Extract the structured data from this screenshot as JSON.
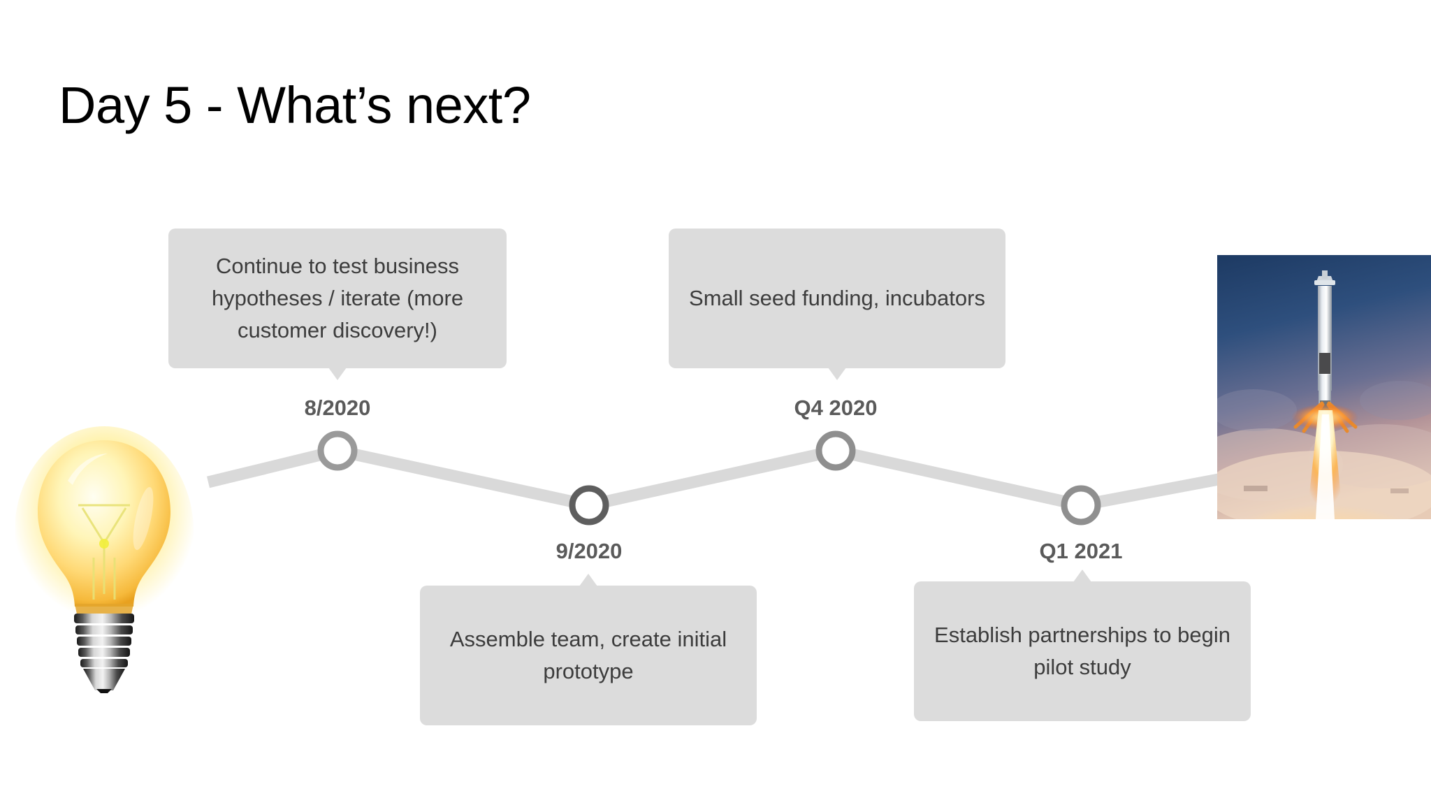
{
  "slide": {
    "title": "Day 5 - What’s next?",
    "background_color": "#ffffff"
  },
  "theme": {
    "callout_fill": "#dcdcdc",
    "callout_text_color": "#3c3c3c",
    "timeline_line_color": "#d9d9d9",
    "node_ring_color": "#8c8c8c",
    "node_ring_color_active": "#5a5a5a",
    "date_text_color": "#5a5a5a",
    "title_color": "#000000"
  },
  "timeline": {
    "milestones": [
      {
        "date": "8/2020",
        "description": "Continue to test business hypotheses / iterate (more customer discovery!)",
        "callout_position": "above",
        "node_style": "light"
      },
      {
        "date": "9/2020",
        "description": "Assemble team, create initial prototype",
        "callout_position": "below",
        "node_style": "dark"
      },
      {
        "date": "Q4 2020",
        "description": "Small seed funding, incubators",
        "callout_position": "above",
        "node_style": "light"
      },
      {
        "date": "Q1 2021",
        "description": "Establish partnerships to begin pilot study",
        "callout_position": "below",
        "node_style": "light"
      }
    ]
  },
  "images": {
    "start_icon": "lightbulb-illustration",
    "end_icon": "rocket-landing-photo"
  }
}
